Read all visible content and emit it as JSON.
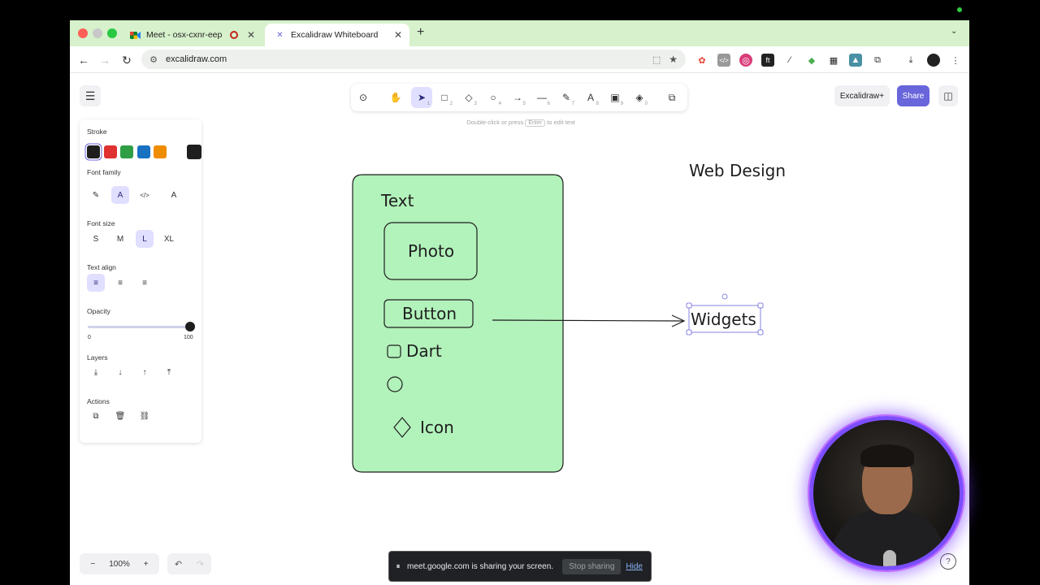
{
  "browser": {
    "tabs": [
      {
        "label": "Meet - osx-cxnr-eep",
        "active": false,
        "icon": "meet-icon"
      },
      {
        "label": "Excalidraw Whiteboard",
        "active": true,
        "icon": "excalidraw-icon"
      }
    ],
    "new_tab": "+",
    "url": "excalidraw.com"
  },
  "toolbar": {
    "tools": [
      {
        "name": "lock",
        "glyph": "⊙",
        "key": ""
      },
      {
        "name": "hand",
        "glyph": "✋",
        "key": ""
      },
      {
        "name": "selection",
        "glyph": "➤",
        "key": "1",
        "selected": true
      },
      {
        "name": "rectangle",
        "glyph": "□",
        "key": "2"
      },
      {
        "name": "diamond",
        "glyph": "◇",
        "key": "3"
      },
      {
        "name": "ellipse",
        "glyph": "○",
        "key": "4"
      },
      {
        "name": "arrow",
        "glyph": "→",
        "key": "5"
      },
      {
        "name": "line",
        "glyph": "—",
        "key": "6"
      },
      {
        "name": "draw",
        "glyph": "✎",
        "key": "7"
      },
      {
        "name": "text",
        "glyph": "A",
        "key": "8"
      },
      {
        "name": "image",
        "glyph": "▣",
        "key": "9"
      },
      {
        "name": "eraser",
        "glyph": "◈",
        "key": "0"
      },
      {
        "name": "extra-tools",
        "glyph": "⧉",
        "key": ""
      }
    ],
    "hint_pre": "Double-click or press",
    "hint_key": "Enter",
    "hint_post": "to edit text"
  },
  "header": {
    "plus_label": "Excalidraw+",
    "share_label": "Share"
  },
  "props": {
    "stroke_label": "Stroke",
    "stroke_colors": [
      "#1e1e1e",
      "#e03131",
      "#2f9e44",
      "#1971c2",
      "#f08c00"
    ],
    "current_color": "#1e1e1e",
    "font_family_label": "Font family",
    "font_size_label": "Font size",
    "font_sizes": [
      "S",
      "M",
      "L",
      "XL"
    ],
    "selected_font_size": "L",
    "text_align_label": "Text align",
    "opacity_label": "Opacity",
    "opacity_min": "0",
    "opacity_max": "100",
    "opacity_value": 100,
    "layers_label": "Layers",
    "actions_label": "Actions"
  },
  "canvas": {
    "card_title": "Text",
    "photo_label": "Photo",
    "button_label": "Button",
    "dart_label": "Dart",
    "icon_label": "Icon",
    "widgets_label": "Widgets",
    "heading": "Web Design",
    "card_color": "#b2f2bb"
  },
  "footer": {
    "zoom": "100%",
    "zoom_out": "−",
    "zoom_in": "+"
  },
  "sharebar": {
    "message": "meet.google.com is sharing your screen.",
    "stop_label": "Stop sharing",
    "hide_label": "Hide"
  }
}
